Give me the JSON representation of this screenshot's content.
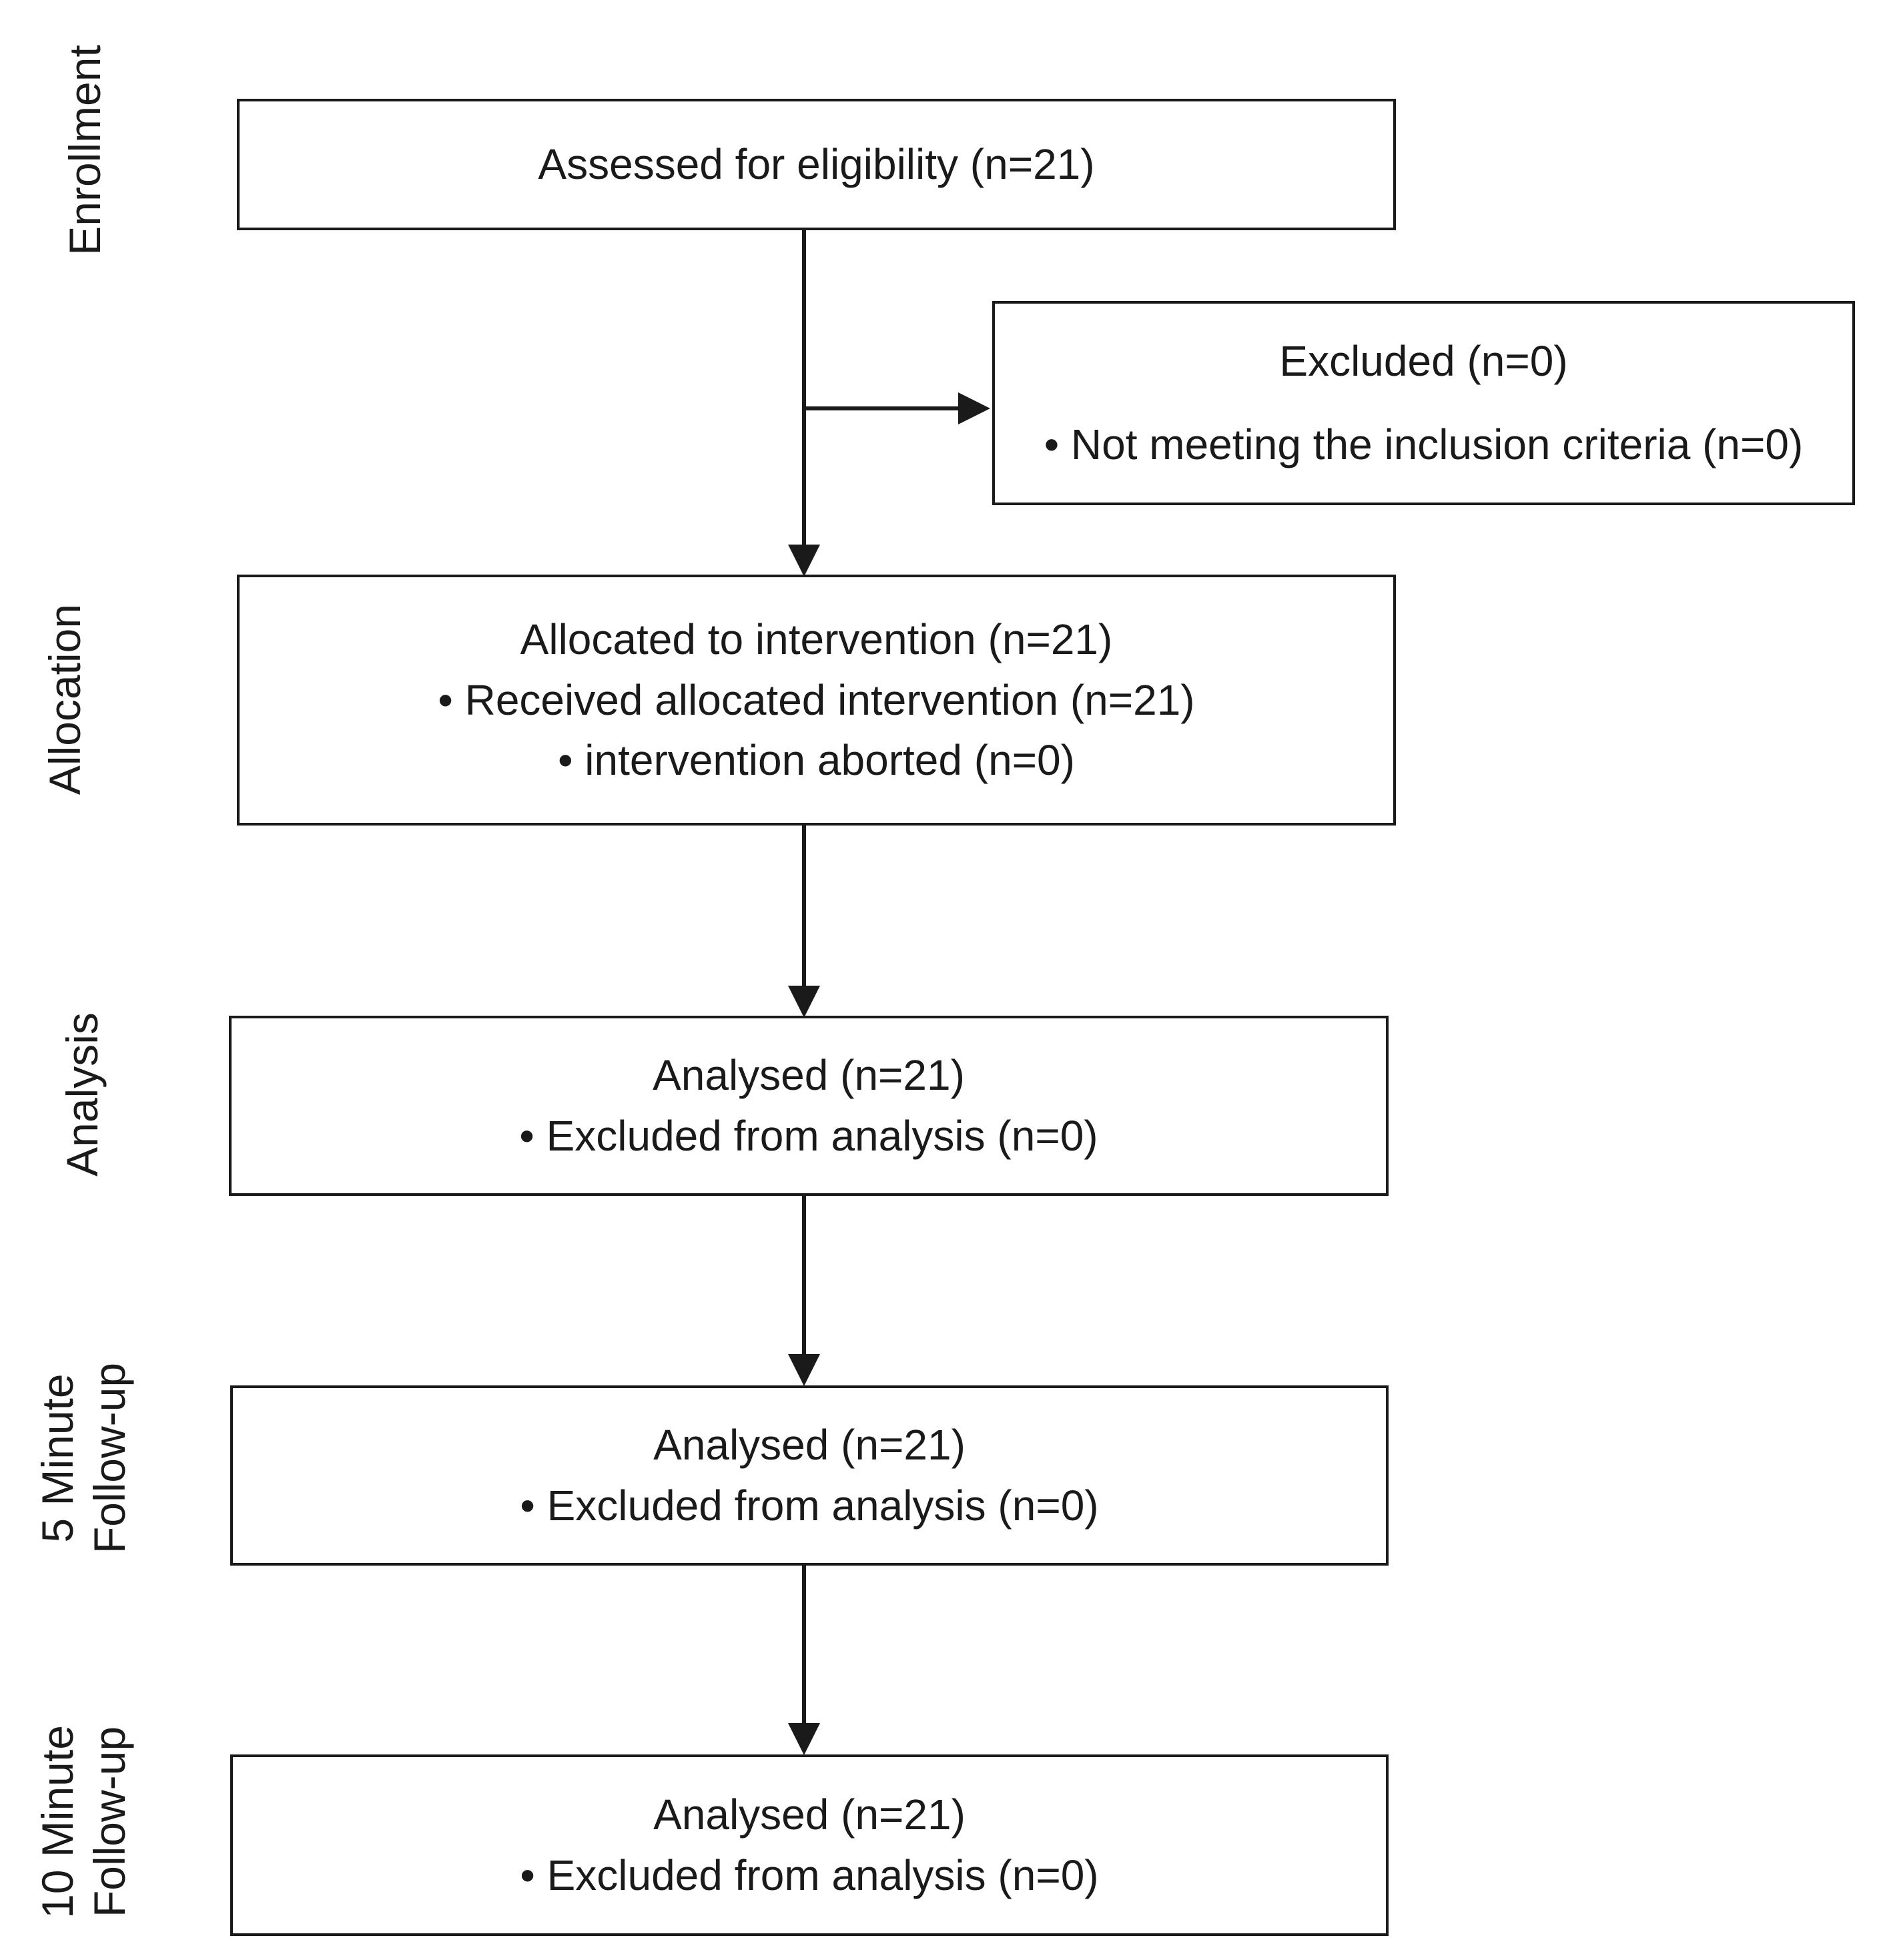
{
  "stages": {
    "enrollment": "Enrollment",
    "allocation": "Allocation",
    "analysis": "Analysis",
    "five_min": [
      "5 Minute",
      "Follow-up"
    ],
    "ten_min": [
      "10 Minute",
      "Follow-up"
    ]
  },
  "boxes": {
    "assessed": {
      "title": "Assessed for eligibility (n=21)"
    },
    "excluded": {
      "title": "Excluded (n=0)",
      "bullets": [
        "• Not meeting the inclusion criteria (n=0)"
      ]
    },
    "allocated": {
      "title": "Allocated to intervention (n=21)",
      "bullets": [
        "• Received allocated intervention (n=21)",
        "• intervention aborted (n=0)"
      ]
    },
    "analysis": {
      "title": "Analysed (n=21)",
      "bullets": [
        "• Excluded from analysis (n=0)"
      ]
    },
    "followup_5": {
      "title": "Analysed (n=21)",
      "bullets": [
        "• Excluded from analysis (n=0)"
      ]
    },
    "followup_10": {
      "title": "Analysed (n=21)",
      "bullets": [
        "• Excluded from analysis (n=0)"
      ]
    }
  },
  "colors": {
    "stroke": "#1a1a1a",
    "background": "#ffffff"
  }
}
